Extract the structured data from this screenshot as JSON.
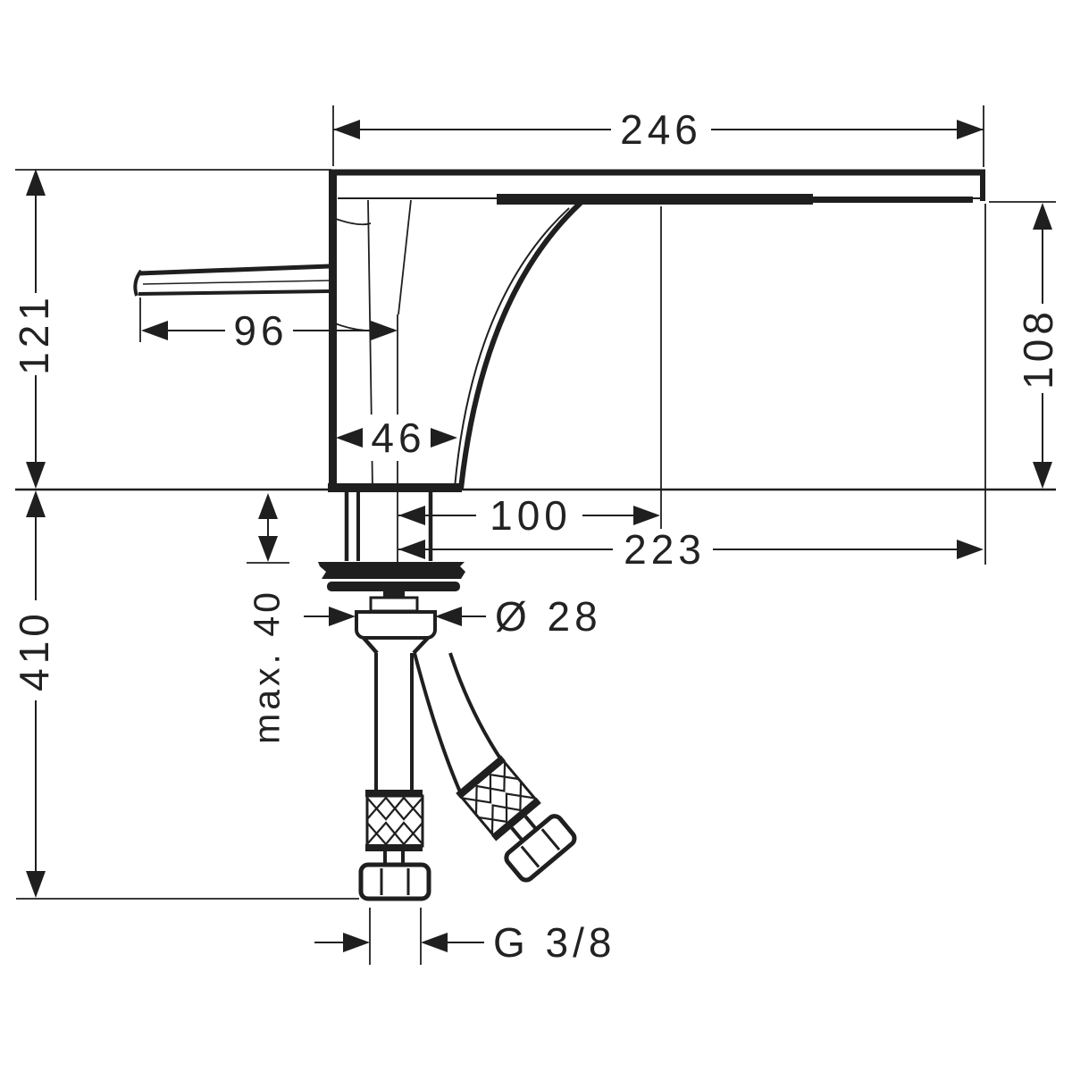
{
  "drawing": {
    "title": "basin mixer dimension drawing",
    "background_color": "#ffffff",
    "line_color": "#1f1f1f",
    "labels": {
      "overall_width": "246",
      "height_above_deck": "121",
      "spout_height": "108",
      "handle_length": "96",
      "body_depth": "46",
      "outlet_projection": "100",
      "spout_projection": "223",
      "deck_thickness_max": "max. 40",
      "shank_diameter": "Ø 28",
      "hose_length": "410",
      "connection_thread": "G 3/8"
    }
  }
}
